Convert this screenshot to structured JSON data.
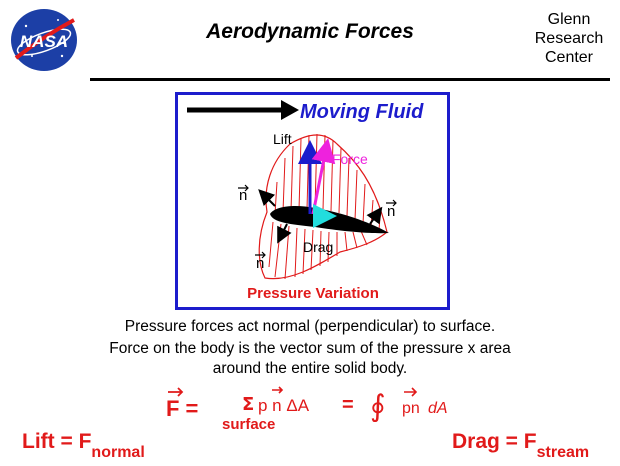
{
  "header": {
    "logo_text": "NASA",
    "title": "Aerodynamic Forces",
    "org_lines": [
      "Glenn",
      "Research",
      "Center"
    ]
  },
  "diagram": {
    "moving_fluid_label": "Moving Fluid",
    "lift_label": "Lift",
    "force_label": "Force",
    "drag_label": "Drag",
    "normal_label": "n",
    "pressure_variation_label": "Pressure Variation"
  },
  "description": {
    "line1": "Pressure forces act normal (perpendicular) to surface.",
    "line2": "Force on the body is the vector sum of the pressure x area",
    "line3": "around the entire solid body."
  },
  "equations": {
    "force_lhs": "F =",
    "sum_symbol": "Σ",
    "sum_terms": "p n ΔA",
    "equals": "=",
    "integral_symbol": "∮",
    "integral_terms": "pn",
    "integral_dA": "dA",
    "surface_label": "surface",
    "lift_lhs": "Lift = F",
    "lift_sub": "normal",
    "drag_lhs": "Drag = F",
    "drag_sub": "stream"
  },
  "colors": {
    "frame": "#1c1ccc",
    "fluid_text": "#1c1ccc",
    "lift_arrow": "#1c1ccc",
    "force_arrow": "#ee22dd",
    "drag_arrow": "#22dddd",
    "pressure": "#e11a1a",
    "formula": "#e11a1a"
  }
}
